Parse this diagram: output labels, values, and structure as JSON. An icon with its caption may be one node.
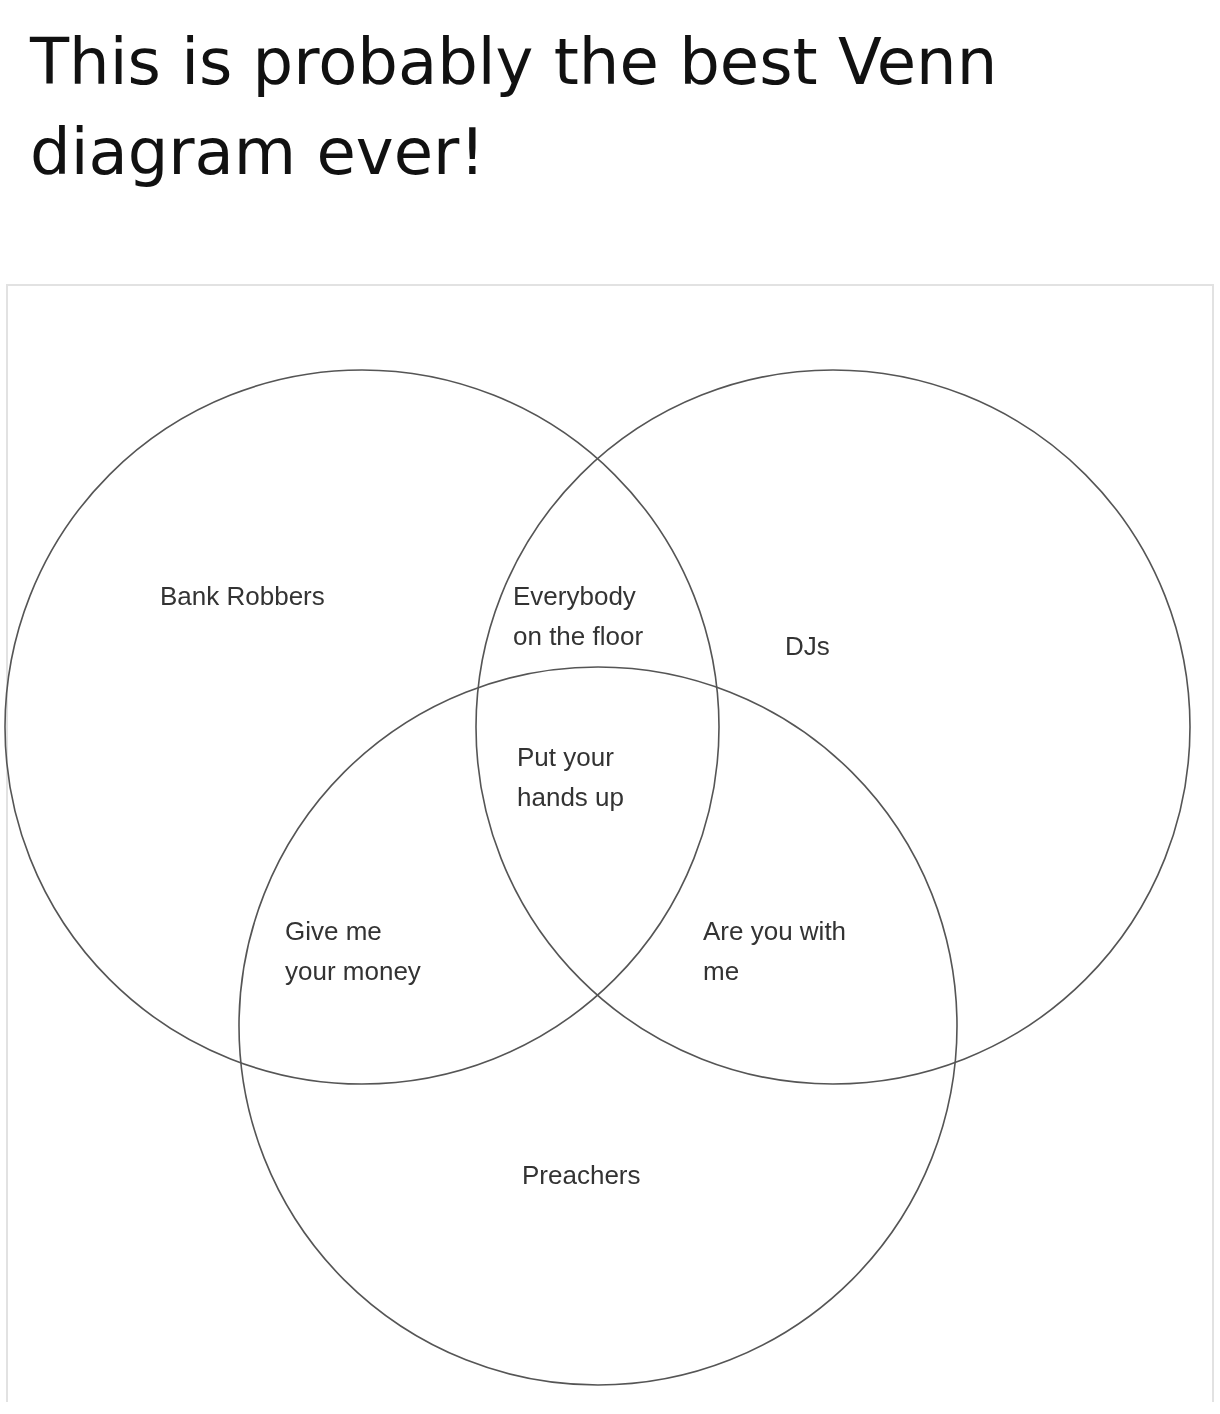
{
  "diagram": {
    "title": "This is probably the best Venn diagram ever!",
    "nodes": [
      {
        "text": [
          "Bank Robbers"
        ]
      },
      {
        "text": [
          "DJs"
        ]
      },
      {
        "text": [
          "Preachers"
        ]
      }
    ],
    "labels": [
      "Everybody on the floor",
      "Put your hands up",
      "Give me your money",
      "Are you with me"
    ]
  }
}
